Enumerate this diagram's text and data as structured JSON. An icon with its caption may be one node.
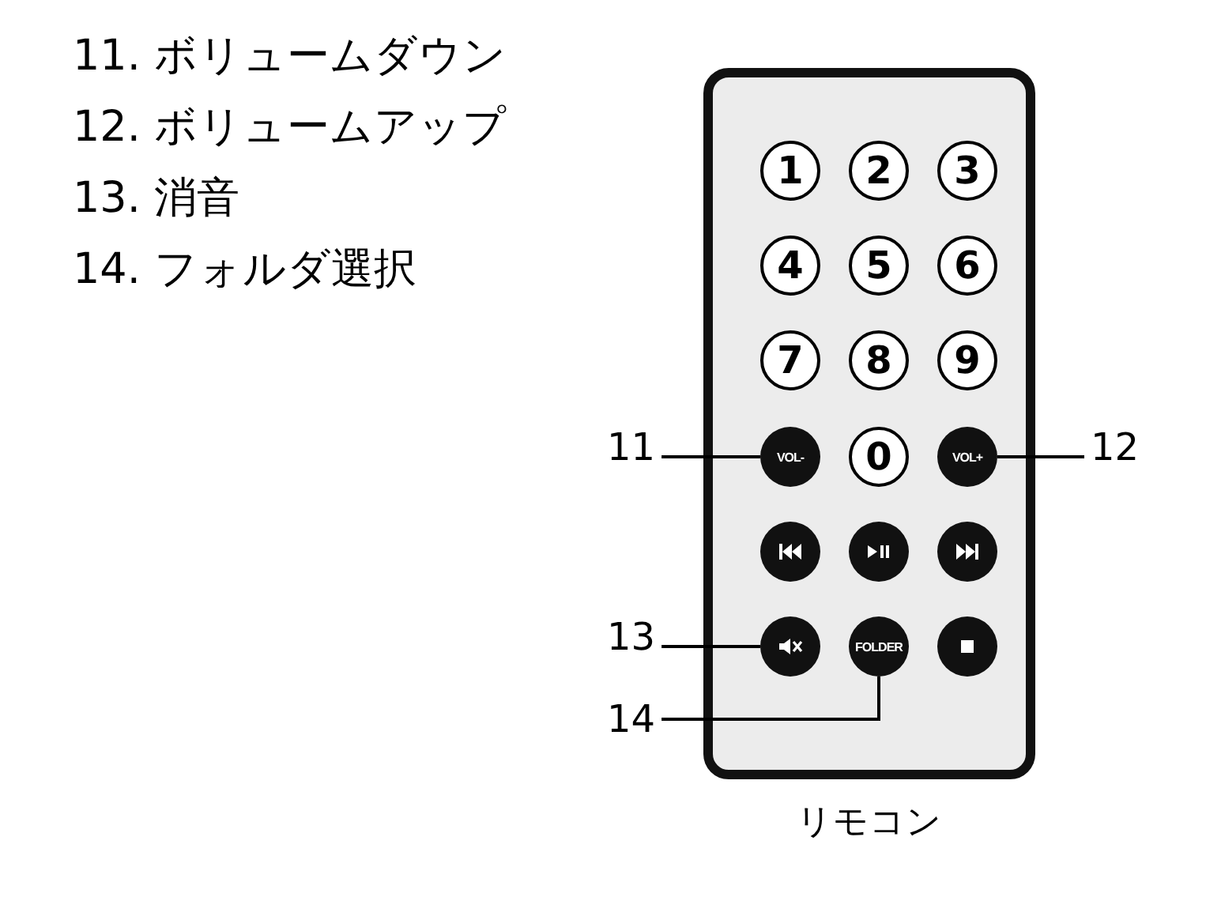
{
  "diagram": {
    "nodes": [
      {
        "text": [],
        "shape": "box",
        "beside": [
          "リモコン"
        ]
      },
      {
        "text": [
          "1"
        ],
        "in": 0
      },
      {
        "text": [
          "2"
        ],
        "in": 0
      },
      {
        "text": [
          "3"
        ],
        "in": 0
      },
      {
        "text": [
          "4"
        ],
        "in": 0
      },
      {
        "text": [
          "5"
        ],
        "in": 0
      },
      {
        "text": [
          "6"
        ],
        "in": 0
      },
      {
        "text": [
          "7"
        ],
        "in": 0
      },
      {
        "text": [
          "8"
        ],
        "in": 0
      },
      {
        "text": [
          "9"
        ],
        "in": 0
      },
      {
        "text": [
          "VOL-"
        ],
        "in": 0
      },
      {
        "text": [
          "0"
        ],
        "in": 0
      },
      {
        "text": [
          "VOL+"
        ],
        "in": 0
      },
      {
        "text": [],
        "shape": "circle",
        "in": 0
      },
      {
        "text": [],
        "shape": "circle",
        "in": 0
      },
      {
        "text": [],
        "shape": "circle",
        "in": 0
      },
      {
        "text": [],
        "shape": "circle",
        "in": 0
      },
      {
        "text": [
          "FOLDER"
        ],
        "in": 0
      },
      {
        "text": [],
        "shape": "circle",
        "in": 0
      },
      {
        "text": [
          "11"
        ]
      },
      {
        "text": [
          "12"
        ]
      },
      {
        "text": [
          "13"
        ]
      },
      {
        "text": [
          "14"
        ]
      }
    ],
    "edges": [
      {
        "from": 19,
        "to": 10,
        "arrow": "none"
      },
      {
        "from": 20,
        "to": 12,
        "arrow": "none"
      },
      {
        "from": 21,
        "to": 16,
        "arrow": "none"
      },
      {
        "from": 22,
        "to": 17,
        "arrow": "none"
      }
    ],
    "labels": [
      "11. ボリュームダウン",
      "12. ボリュームアップ",
      "13. 消音",
      "14. フォルダ選択"
    ]
  }
}
